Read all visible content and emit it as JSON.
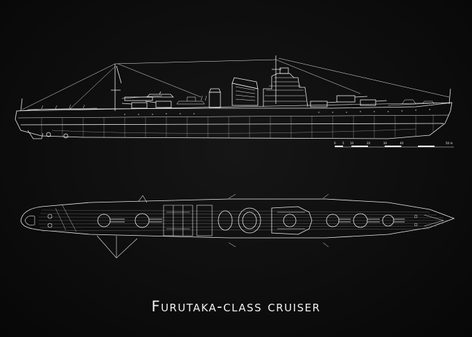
{
  "title": "Furutaka-class cruiser",
  "scale_bar": {
    "ticks": [
      "0",
      "5",
      "10",
      "20",
      "30",
      "40",
      "50 m"
    ]
  },
  "colors": {
    "background": "#0b0b0b",
    "line": "#f2f2f2"
  }
}
